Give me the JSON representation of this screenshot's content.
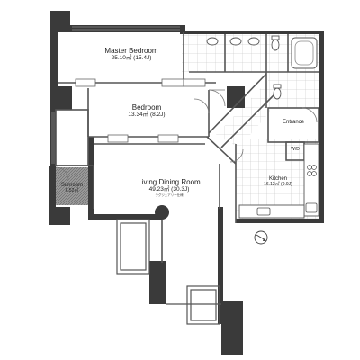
{
  "rooms": {
    "master_bedroom": {
      "name": "Master Bedroom",
      "area": "25.10㎡ (15.4J)"
    },
    "bedroom": {
      "name": "Bedroom",
      "area": "13.34㎡ (8.2J)"
    },
    "sunroom": {
      "name": "Sunroom",
      "area": "6.52㎡"
    },
    "living_dining": {
      "name": "Living Dining Room",
      "area": "49.23㎡ (30.3J)",
      "note": "ラグジュアリー仕様"
    },
    "kitchen": {
      "name": "Kitchen",
      "area": "16.12㎡ (9.9J)"
    },
    "entrance": {
      "name": "Entrance"
    },
    "wd": {
      "name": "W/D"
    }
  },
  "colors": {
    "wall": "#3a3a3a",
    "line": "#555555",
    "tile": "#bdbdbd",
    "sunroom": "#9a9a9a"
  },
  "icons": [
    "north-compass-icon",
    "bathtub-icon",
    "toilet-icon",
    "washbasin-icon",
    "stove-icon",
    "sink-icon",
    "column-icon"
  ]
}
